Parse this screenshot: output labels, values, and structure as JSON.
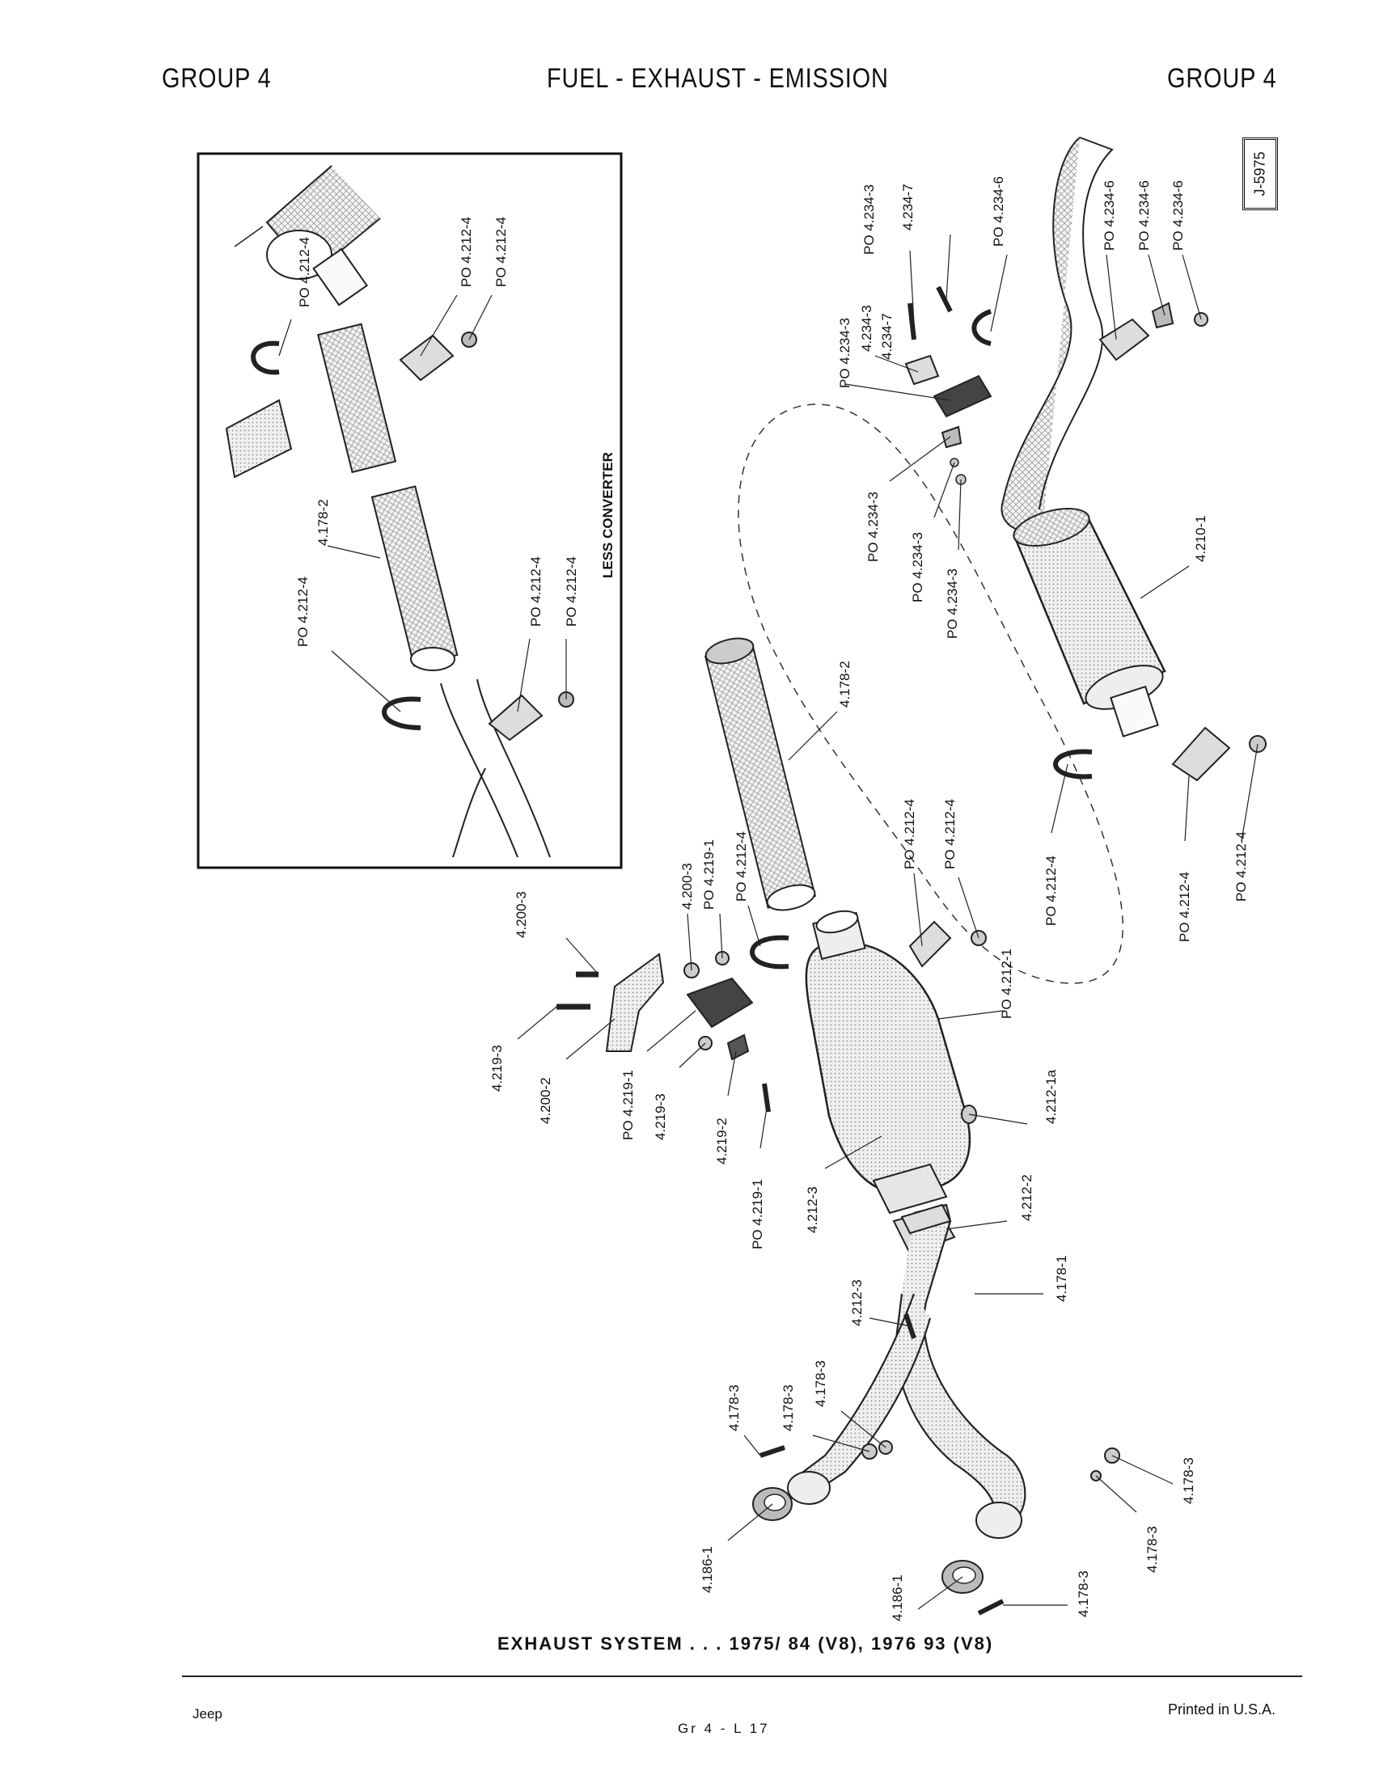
{
  "header": {
    "left": "GROUP 4",
    "center": "FUEL - EXHAUST - EMISSION",
    "right": "GROUP 4"
  },
  "code_box": "J-5975",
  "inset": {
    "title": "LESS CONVERTER",
    "labels": {
      "ubolt_top": "PO 4.212-4",
      "clamp_top": "PO 4.212-4",
      "nut_top": "PO 4.212-4",
      "pipe": "4.178-2",
      "ubolt_bottom": "PO 4.212-4",
      "clamp_bottom": "PO 4.212-4",
      "nut_bottom": "PO 4.212-4"
    }
  },
  "callouts": {
    "hanger_bolt_a": "PO 4.234-3",
    "hanger_bolt_b": "4.234-7",
    "hanger_ubolt": "PO 4.234-6",
    "hanger_screw": "4.234-7",
    "hanger_bracket_a": "4.234-3",
    "hanger_bracket_b": "PO 4.234-3",
    "hanger_plate": "PO 4.234-3",
    "hanger_washer": "PO 4.234-3",
    "hanger_nut": "PO 4.234-3",
    "tail_clamp": "PO 4.234-6",
    "tail_saddle": "PO 4.234-6",
    "tail_nut": "PO 4.234-6",
    "muffler": "4.210-1",
    "intermediate_pipe": "4.178-2",
    "muffler_ubolt": "PO 4.212-4",
    "muffler_clamp": "PO 4.212-4",
    "muffler_nut": "PO 4.212-4",
    "conv_saddle": "PO 4.212-4",
    "conv_nut": "PO 4.212-4",
    "converter": "PO 4.212-1",
    "plug": "4.212-1a",
    "gasket": "4.212-2",
    "flange_stud": "4.212-3",
    "flange_bolt": "4.212-3",
    "y_pipe": "4.178-1",
    "bracket_bolt_top": "4.200-3",
    "bracket_nut": "4.200-3",
    "bracket_insulator_nut": "PO 4.219-1",
    "conv_ubolt": "PO 4.212-4",
    "bracket_bolt": "4.219-3",
    "bracket": "4.200-2",
    "insulator": "PO 4.219-1",
    "insulator_nut": "4.219-3",
    "insulator_plate": "4.219-2",
    "insulator_bolt": "PO 4.219-1",
    "left_stud": "4.178-3",
    "left_nut_a": "4.178-3",
    "left_nut_b": "4.178-3",
    "left_seal": "4.186-1",
    "right_seal": "4.186-1",
    "right_stud": "4.178-3",
    "right_nut_a": "4.178-3",
    "right_nut_b": "4.178-3"
  },
  "caption": "EXHAUST SYSTEM . . . 1975/ 84 (V8), 1976 93 (V8)",
  "footer": {
    "left": "Jeep",
    "center": "Gr 4 - L 17",
    "right": "Printed in U.S.A."
  }
}
